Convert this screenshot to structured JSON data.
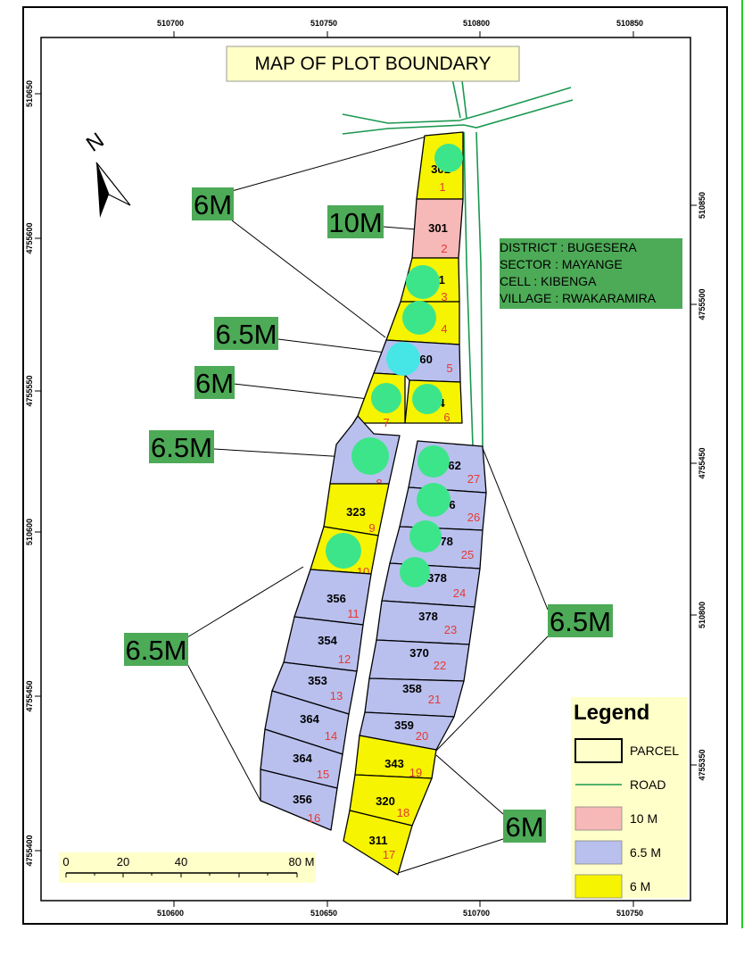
{
  "title": "MAP OF PLOT BOUNDARY",
  "north_label": "N",
  "location": {
    "district": "DISTRICT : BUGESERA",
    "sector": "SECTOR : MAYANGE",
    "cell": "CELL : KIBENGA",
    "village": "VILLAGE : RWAKARAMIRA"
  },
  "ticks": {
    "top": [
      "510700",
      "510750",
      "510800",
      "510850"
    ],
    "bottom": [
      "510600",
      "510650",
      "510700",
      "510750"
    ],
    "left": [
      "510650",
      "4755600",
      "4755550",
      "510600",
      "4755450",
      "4755400"
    ],
    "right": [
      "510850",
      "4755500",
      "4755450",
      "510800",
      "4755350"
    ]
  },
  "callouts": [
    "6M",
    "10M",
    "6.5M",
    "6M",
    "6.5M",
    "6.5M",
    "6.5M",
    "6M"
  ],
  "parcels": [
    {
      "id": "301",
      "num": "1",
      "cls": "6 M"
    },
    {
      "id": "301",
      "num": "2",
      "cls": "10 M"
    },
    {
      "id": "301",
      "num": "3",
      "cls": "6 M"
    },
    {
      "id": "",
      "num": "4",
      "cls": "6 M"
    },
    {
      "id": "360",
      "num": "5",
      "cls": "6.5 M"
    },
    {
      "id": "3",
      "num": "7",
      "cls": "6 M"
    },
    {
      "id": "4",
      "num": "6",
      "cls": "6 M"
    },
    {
      "id": "",
      "num": "8",
      "cls": "6.5 M"
    },
    {
      "id": "323",
      "num": "9",
      "cls": "6 M"
    },
    {
      "id": "",
      "num": "10",
      "cls": "6 M"
    },
    {
      "id": "356",
      "num": "11",
      "cls": "6.5 M"
    },
    {
      "id": "354",
      "num": "12",
      "cls": "6.5 M"
    },
    {
      "id": "353",
      "num": "13",
      "cls": "6.5 M"
    },
    {
      "id": "364",
      "num": "14",
      "cls": "6.5 M"
    },
    {
      "id": "364",
      "num": "15",
      "cls": "6.5 M"
    },
    {
      "id": "356",
      "num": "16",
      "cls": "6.5 M"
    },
    {
      "id": "362",
      "num": "27",
      "cls": "6.5 M"
    },
    {
      "id": "6",
      "num": "26",
      "cls": "6.5 M"
    },
    {
      "id": "378",
      "num": "25",
      "cls": "6.5 M"
    },
    {
      "id": "378",
      "num": "24",
      "cls": "6.5 M"
    },
    {
      "id": "378",
      "num": "23",
      "cls": "6.5 M"
    },
    {
      "id": "370",
      "num": "22",
      "cls": "6.5 M"
    },
    {
      "id": "358",
      "num": "21",
      "cls": "6.5 M"
    },
    {
      "id": "359",
      "num": "20",
      "cls": "6.5 M"
    },
    {
      "id": "343",
      "num": "19",
      "cls": "6 M"
    },
    {
      "id": "320",
      "num": "18",
      "cls": "6 M"
    },
    {
      "id": "311",
      "num": "17",
      "cls": "6 M"
    }
  ],
  "legend": {
    "title": "Legend",
    "items": [
      {
        "label": "PARCEL",
        "fill": "#ffffcc",
        "kind": "box"
      },
      {
        "label": "ROAD",
        "fill": "#1a9850",
        "kind": "line"
      },
      {
        "label": "10 M",
        "fill": "#f7b8b8",
        "kind": "box"
      },
      {
        "label": "6.5 M",
        "fill": "#b9c0ee",
        "kind": "box"
      },
      {
        "label": "6 M",
        "fill": "#f6f400",
        "kind": "box"
      }
    ]
  },
  "scale": {
    "labels": [
      "0",
      "20",
      "40",
      "80 M"
    ]
  },
  "colors": {
    "6 M": "#f6f400",
    "10 M": "#f7b8b8",
    "6.5 M": "#b9c0ee",
    "road": "#1a9850",
    "callout_bg": "#4daa57",
    "tree": "#3de58a",
    "tree_cyan": "#46e6e6"
  }
}
